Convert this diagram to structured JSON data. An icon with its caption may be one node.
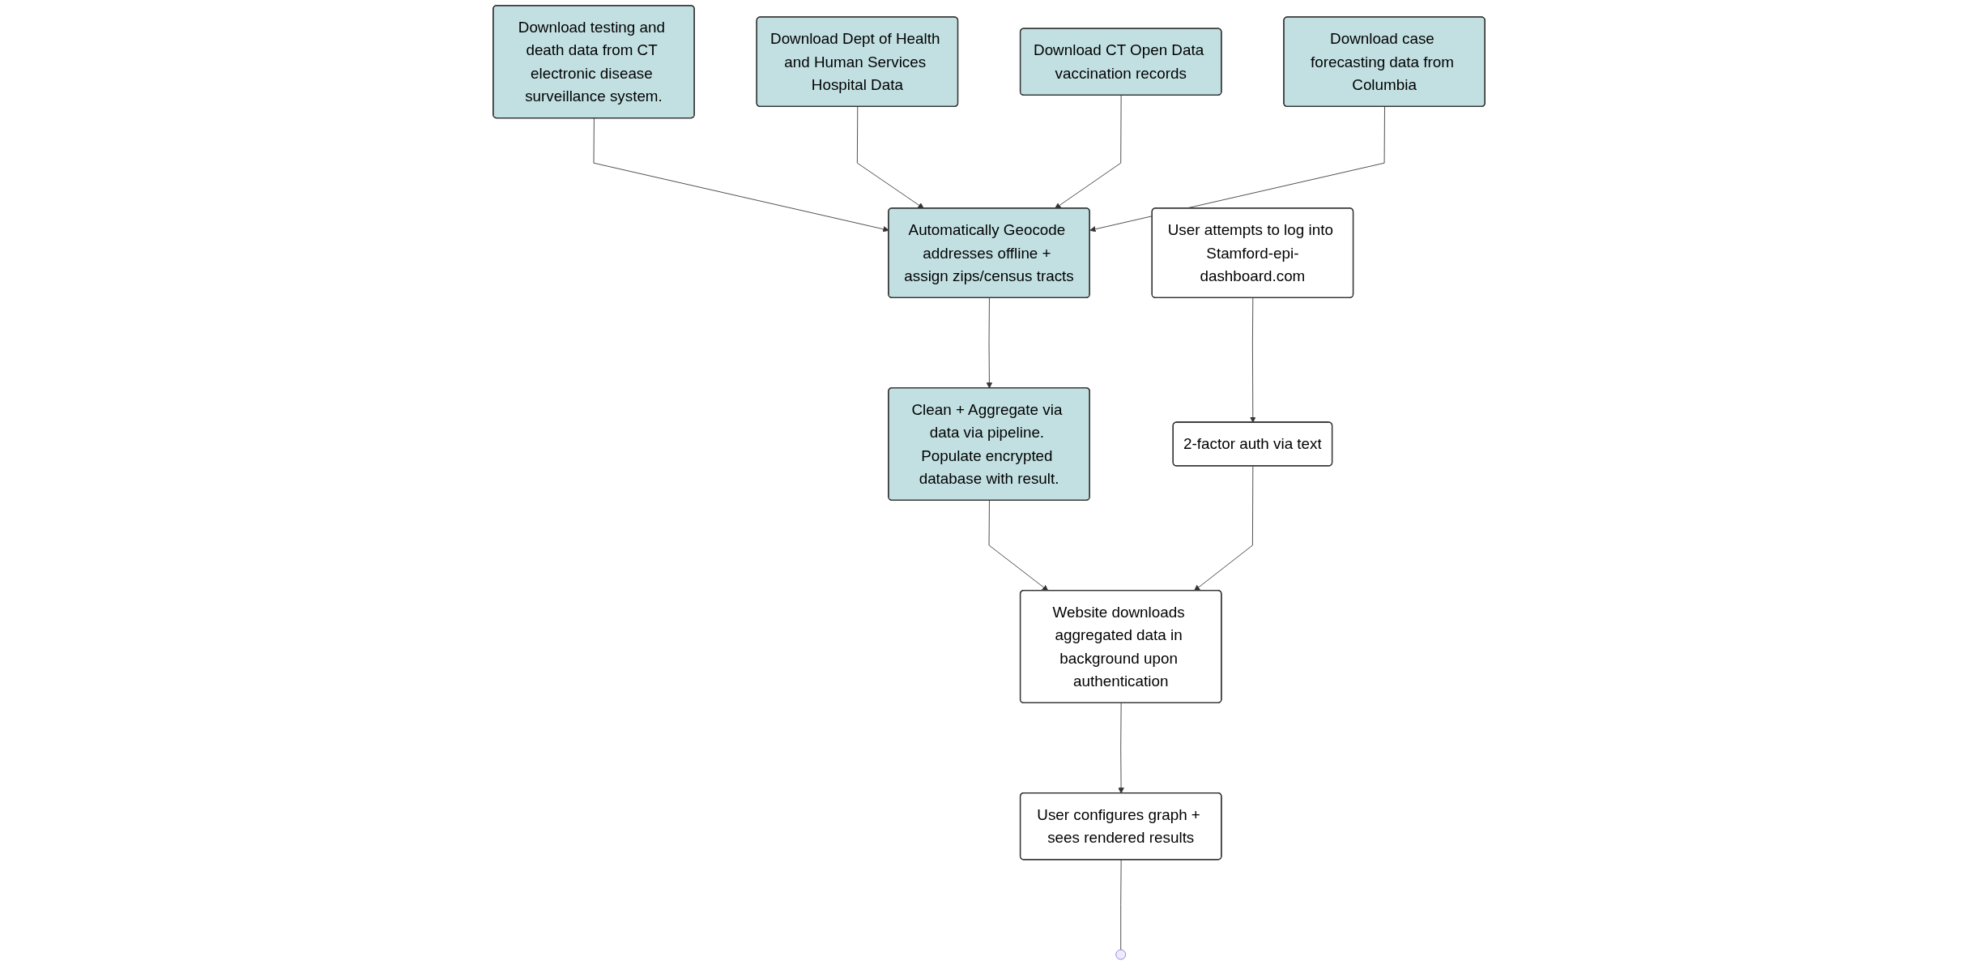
{
  "diagram": {
    "nodes": [
      {
        "text": [
          "Download testing and death data from CT electronic disease surveillance system."
        ]
      },
      {
        "text": [
          "Download Dept of Health and Human Services Hospital Data"
        ]
      },
      {
        "text": [
          "Download CT Open Data vaccination records"
        ]
      },
      {
        "text": [
          "Automatically Geocode addresses offline + assign zips/census tracts"
        ]
      },
      {
        "text": [
          "Clean + Aggregate via data via pipeline. Populate encrypted database with result."
        ]
      },
      {
        "text": [
          "Download case forecasting data from Columbia"
        ]
      },
      {
        "text": [
          "User attempts to log into Stamford-epi-dashboard.com"
        ]
      },
      {
        "text": [
          "2-factor auth via text"
        ]
      },
      {
        "text": [
          "Website downloads aggregated data in background upon authentication"
        ]
      },
      {
        "text": [
          "User configures graph + sees rendered results"
        ]
      }
    ],
    "edges": [
      {
        "from": 0,
        "to": 3,
        "arrow": "to"
      },
      {
        "from": 1,
        "to": 3,
        "arrow": "to"
      },
      {
        "from": 2,
        "to": 3,
        "arrow": "to"
      },
      {
        "from": 5,
        "to": 3,
        "arrow": "to"
      },
      {
        "from": 3,
        "to": 4,
        "arrow": "to"
      },
      {
        "from": 4,
        "to": 8,
        "arrow": "to"
      },
      {
        "from": 6,
        "to": 7,
        "arrow": "to"
      },
      {
        "from": 7,
        "to": 8,
        "arrow": "to"
      },
      {
        "from": 8,
        "to": 9,
        "arrow": "to"
      },
      {
        "from": 9,
        "to": null,
        "arrow": "none"
      }
    ]
  }
}
